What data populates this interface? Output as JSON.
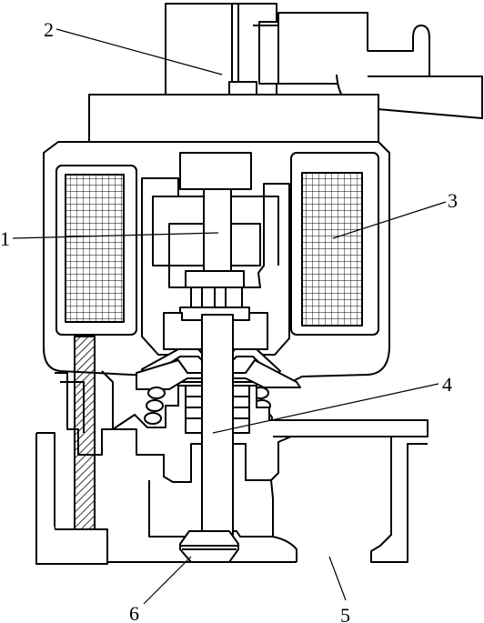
{
  "labels": {
    "l1": "1",
    "l2": "2",
    "l3": "3",
    "l4": "4",
    "l5": "5",
    "l6": "6"
  },
  "stroke_color": "#000000",
  "background_color": "#ffffff"
}
